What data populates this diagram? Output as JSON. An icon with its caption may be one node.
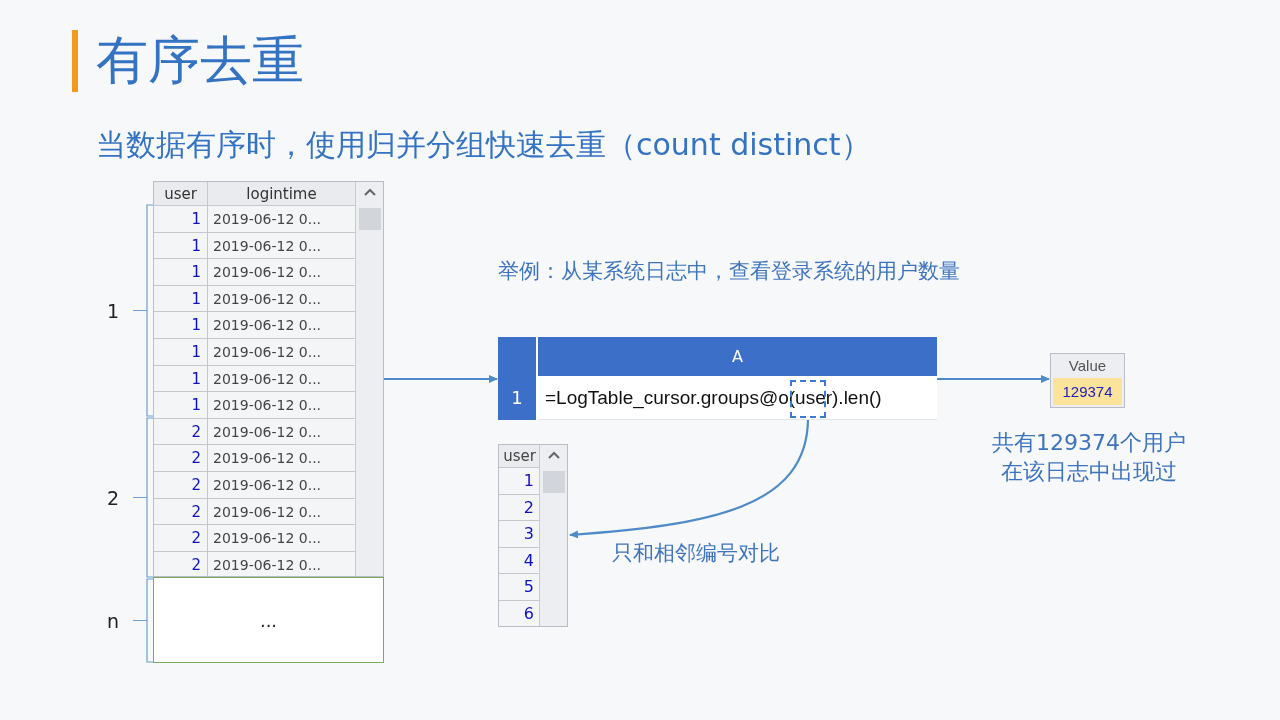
{
  "diagram": {
    "title": "有序去重",
    "nodes": [
      {
        "text": [
          "user",
          "logintime",
          "1",
          "2019-06-12 0...",
          "1",
          "2019-06-12 0...",
          "1",
          "2019-06-12 0...",
          "1",
          "2019-06-12 0...",
          "1",
          "2019-06-12 0...",
          "1",
          "2019-06-12 0...",
          "1",
          "2019-06-12 0...",
          "1",
          "2019-06-12 0...",
          "2",
          "2019-06-12 0...",
          "2",
          "2019-06-12 0...",
          "2",
          "2019-06-12 0...",
          "2",
          "2019-06-12 0...",
          "2",
          "2019-06-12 0...",
          "2",
          "2019-06-12 0..."
        ]
      },
      {
        "text": [
          "..."
        ]
      },
      {
        "text": [
          "A",
          "1",
          "=LogTable_cursor.groups@o(user).len()"
        ]
      },
      {
        "text": [],
        "shape": "box",
        "in": 2
      },
      {
        "text": [
          "Value",
          "129374"
        ],
        "beside": [
          "共有129374个用户在该日志中出现过"
        ]
      },
      {
        "text": [
          "user",
          "1",
          "2",
          "3",
          "4",
          "5",
          "6"
        ]
      }
    ],
    "edges": [
      {
        "from": 0,
        "to": 2,
        "arrow": "to"
      },
      {
        "from": 2,
        "to": 4,
        "arrow": "to"
      },
      {
        "from": 3,
        "to": 5,
        "arrow": "to",
        "label": "只和相邻编号对比"
      }
    ],
    "labels": [
      "当数据有序时，使用归并分组快速去重（count distinct）",
      "举例：从某系统日志中，查看登录系统的用户数量",
      "1",
      "2",
      "n"
    ]
  }
}
